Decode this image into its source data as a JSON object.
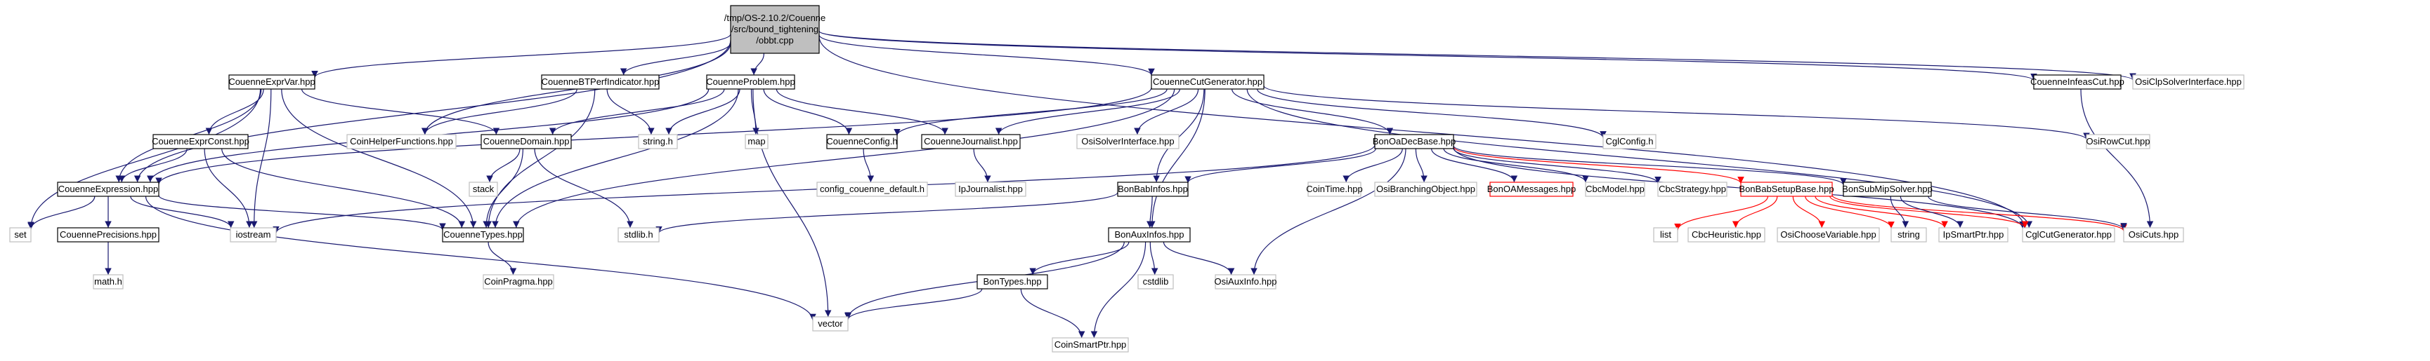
{
  "colors": {
    "root_fill": "#bfbfbf",
    "node_fill": "#ffffff",
    "documented_stroke": "#000000",
    "external_stroke": "#bfbfbf",
    "missing_stroke": "#ff0000",
    "edge": "#191970",
    "edge_missing": "#ff0000",
    "text": "#000000"
  },
  "diagram": {
    "nodes": [
      {
        "id": "root",
        "label": [
          "/tmp/OS-2.10.2/Couenne",
          "/src/bound_tightening",
          "/obbt.cpp"
        ],
        "kind": "root"
      },
      {
        "id": "exprvar",
        "label": [
          "CouenneExprVar.hpp"
        ],
        "kind": "documented"
      },
      {
        "id": "btperf",
        "label": [
          "CouenneBTPerfIndicator.hpp"
        ],
        "kind": "documented"
      },
      {
        "id": "problem",
        "label": [
          "CouenneProblem.hpp"
        ],
        "kind": "documented"
      },
      {
        "id": "cutgen",
        "label": [
          "CouenneCutGenerator.hpp"
        ],
        "kind": "documented"
      },
      {
        "id": "infeas",
        "label": [
          "CouenneInfeasCut.hpp"
        ],
        "kind": "documented"
      },
      {
        "id": "osiclp",
        "label": [
          "OsiClpSolverInterface.hpp"
        ],
        "kind": "external"
      },
      {
        "id": "exprconst",
        "label": [
          "CouenneExprConst.hpp"
        ],
        "kind": "documented"
      },
      {
        "id": "coinhelper",
        "label": [
          "CoinHelperFunctions.hpp"
        ],
        "kind": "external"
      },
      {
        "id": "domain",
        "label": [
          "CouenneDomain.hpp"
        ],
        "kind": "documented"
      },
      {
        "id": "stringh",
        "label": [
          "string.h"
        ],
        "kind": "external"
      },
      {
        "id": "map",
        "label": [
          "map"
        ],
        "kind": "external"
      },
      {
        "id": "config",
        "label": [
          "CouenneConfig.h"
        ],
        "kind": "documented"
      },
      {
        "id": "journalist",
        "label": [
          "CouenneJournalist.hpp"
        ],
        "kind": "documented"
      },
      {
        "id": "osisolver",
        "label": [
          "OsiSolverInterface.hpp"
        ],
        "kind": "external"
      },
      {
        "id": "oadec",
        "label": [
          "BonOaDecBase.hpp"
        ],
        "kind": "documented"
      },
      {
        "id": "cglconfig",
        "label": [
          "CglConfig.h"
        ],
        "kind": "external"
      },
      {
        "id": "osirowcut",
        "label": [
          "OsiRowCut.hpp"
        ],
        "kind": "external"
      },
      {
        "id": "expression",
        "label": [
          "CouenneExpression.hpp"
        ],
        "kind": "documented"
      },
      {
        "id": "stack",
        "label": [
          "stack"
        ],
        "kind": "external"
      },
      {
        "id": "configdefault",
        "label": [
          "config_couenne_default.h"
        ],
        "kind": "external"
      },
      {
        "id": "ipjournalist",
        "label": [
          "IpJournalist.hpp"
        ],
        "kind": "external"
      },
      {
        "id": "babinfos",
        "label": [
          "BonBabInfos.hpp"
        ],
        "kind": "documented"
      },
      {
        "id": "cointime",
        "label": [
          "CoinTime.hpp"
        ],
        "kind": "external"
      },
      {
        "id": "osibranching",
        "label": [
          "OsiBranchingObject.hpp"
        ],
        "kind": "external"
      },
      {
        "id": "oamessages",
        "label": [
          "BonOAMessages.hpp"
        ],
        "kind": "missing"
      },
      {
        "id": "cbcmodel",
        "label": [
          "CbcModel.hpp"
        ],
        "kind": "external"
      },
      {
        "id": "cbcstrategy",
        "label": [
          "CbcStrategy.hpp"
        ],
        "kind": "external"
      },
      {
        "id": "babsetup",
        "label": [
          "BonBabSetupBase.hpp"
        ],
        "kind": "missing"
      },
      {
        "id": "submip",
        "label": [
          "BonSubMipSolver.hpp"
        ],
        "kind": "documented"
      },
      {
        "id": "set",
        "label": [
          "set"
        ],
        "kind": "external"
      },
      {
        "id": "precisions",
        "label": [
          "CouennePrecisions.hpp"
        ],
        "kind": "documented"
      },
      {
        "id": "iostream",
        "label": [
          "iostream"
        ],
        "kind": "external"
      },
      {
        "id": "types",
        "label": [
          "CouenneTypes.hpp"
        ],
        "kind": "documented"
      },
      {
        "id": "stdlib",
        "label": [
          "stdlib.h"
        ],
        "kind": "external"
      },
      {
        "id": "list",
        "label": [
          "list"
        ],
        "kind": "external"
      },
      {
        "id": "cbcheur",
        "label": [
          "CbcHeuristic.hpp"
        ],
        "kind": "external"
      },
      {
        "id": "osichoose",
        "label": [
          "OsiChooseVariable.hpp"
        ],
        "kind": "external"
      },
      {
        "id": "string",
        "label": [
          "string"
        ],
        "kind": "external"
      },
      {
        "id": "ipsmart",
        "label": [
          "IpSmartPtr.hpp"
        ],
        "kind": "external"
      },
      {
        "id": "cglcut",
        "label": [
          "CglCutGenerator.hpp"
        ],
        "kind": "external"
      },
      {
        "id": "osicuts",
        "label": [
          "OsiCuts.hpp"
        ],
        "kind": "external"
      },
      {
        "id": "mathh",
        "label": [
          "math.h"
        ],
        "kind": "external"
      },
      {
        "id": "auxinfos",
        "label": [
          "BonAuxInfos.hpp"
        ],
        "kind": "documented"
      },
      {
        "id": "coinpragma",
        "label": [
          "CoinPragma.hpp"
        ],
        "kind": "external"
      },
      {
        "id": "bontypes",
        "label": [
          "BonTypes.hpp"
        ],
        "kind": "documented"
      },
      {
        "id": "cstdlib",
        "label": [
          "cstdlib"
        ],
        "kind": "external"
      },
      {
        "id": "osiauxinfo",
        "label": [
          "OsiAuxInfo.hpp"
        ],
        "kind": "external"
      },
      {
        "id": "vector",
        "label": [
          "vector"
        ],
        "kind": "external"
      },
      {
        "id": "coinsmart",
        "label": [
          "CoinSmartPtr.hpp"
        ],
        "kind": "external"
      }
    ],
    "edges": [
      [
        "root",
        "exprvar"
      ],
      [
        "root",
        "btperf"
      ],
      [
        "root",
        "problem"
      ],
      [
        "root",
        "cutgen"
      ],
      [
        "root",
        "infeas"
      ],
      [
        "root",
        "osiclp"
      ],
      [
        "root",
        "coinhelper"
      ],
      [
        "root",
        "expression"
      ],
      [
        "root",
        "cglcut"
      ],
      [
        "exprvar",
        "exprconst"
      ],
      [
        "exprvar",
        "domain"
      ],
      [
        "exprvar",
        "expression"
      ],
      [
        "exprvar",
        "set"
      ],
      [
        "exprvar",
        "iostream"
      ],
      [
        "exprvar",
        "types"
      ],
      [
        "btperf",
        "coinhelper"
      ],
      [
        "btperf",
        "stringh"
      ],
      [
        "btperf",
        "types"
      ],
      [
        "problem",
        "domain"
      ],
      [
        "problem",
        "stringh"
      ],
      [
        "problem",
        "map"
      ],
      [
        "problem",
        "config"
      ],
      [
        "problem",
        "journalist"
      ],
      [
        "problem",
        "expression"
      ],
      [
        "problem",
        "types"
      ],
      [
        "problem",
        "vector"
      ],
      [
        "cutgen",
        "config"
      ],
      [
        "cutgen",
        "journalist"
      ],
      [
        "cutgen",
        "osisolver"
      ],
      [
        "cutgen",
        "oadec"
      ],
      [
        "cutgen",
        "cglconfig"
      ],
      [
        "cutgen",
        "osirowcut"
      ],
      [
        "cutgen",
        "expression"
      ],
      [
        "cutgen",
        "babinfos"
      ],
      [
        "cutgen",
        "auxinfos"
      ],
      [
        "cutgen",
        "cglcut"
      ],
      [
        "cutgen",
        "types"
      ],
      [
        "infeas",
        "osicuts"
      ],
      [
        "exprconst",
        "expression"
      ],
      [
        "exprconst",
        "iostream"
      ],
      [
        "exprconst",
        "types"
      ],
      [
        "domain",
        "stack"
      ],
      [
        "domain",
        "types"
      ],
      [
        "domain",
        "stdlib"
      ],
      [
        "config",
        "configdefault"
      ],
      [
        "journalist",
        "ipjournalist"
      ],
      [
        "oadec",
        "babinfos"
      ],
      [
        "oadec",
        "cointime"
      ],
      [
        "oadec",
        "osibranching"
      ],
      [
        "oadec",
        "oamessages"
      ],
      [
        "oadec",
        "cbcmodel"
      ],
      [
        "oadec",
        "cbcstrategy"
      ],
      [
        "oadec",
        "babsetup"
      ],
      [
        "oadec",
        "submip"
      ],
      [
        "oadec",
        "cglcut"
      ],
      [
        "oadec",
        "osiauxinfo"
      ],
      [
        "oadec",
        "iostream"
      ],
      [
        "expression",
        "set"
      ],
      [
        "expression",
        "iostream"
      ],
      [
        "expression",
        "precisions"
      ],
      [
        "expression",
        "types"
      ],
      [
        "expression",
        "vector"
      ],
      [
        "precisions",
        "mathh"
      ],
      [
        "types",
        "coinpragma"
      ],
      [
        "babinfos",
        "auxinfos"
      ],
      [
        "babinfos",
        "stdlib"
      ],
      [
        "babsetup",
        "list"
      ],
      [
        "babsetup",
        "cbcheur"
      ],
      [
        "babsetup",
        "osichoose"
      ],
      [
        "babsetup",
        "string"
      ],
      [
        "babsetup",
        "ipsmart"
      ],
      [
        "babsetup",
        "cglcut"
      ],
      [
        "babsetup",
        "osicuts"
      ],
      [
        "submip",
        "string"
      ],
      [
        "submip",
        "ipsmart"
      ],
      [
        "submip",
        "osicuts"
      ],
      [
        "auxinfos",
        "bontypes"
      ],
      [
        "auxinfos",
        "cstdlib"
      ],
      [
        "auxinfos",
        "osiauxinfo"
      ],
      [
        "auxinfos",
        "coinsmart"
      ],
      [
        "auxinfos",
        "vector"
      ],
      [
        "bontypes",
        "vector"
      ],
      [
        "bontypes",
        "coinsmart"
      ]
    ],
    "missing_edges": [
      [
        "oadec",
        "babsetup"
      ],
      [
        "babsetup",
        "list"
      ],
      [
        "babsetup",
        "cbcheur"
      ],
      [
        "babsetup",
        "osichoose"
      ],
      [
        "babsetup",
        "string"
      ],
      [
        "babsetup",
        "ipsmart"
      ],
      [
        "babsetup",
        "cglcut"
      ],
      [
        "babsetup",
        "osicuts"
      ]
    ]
  }
}
